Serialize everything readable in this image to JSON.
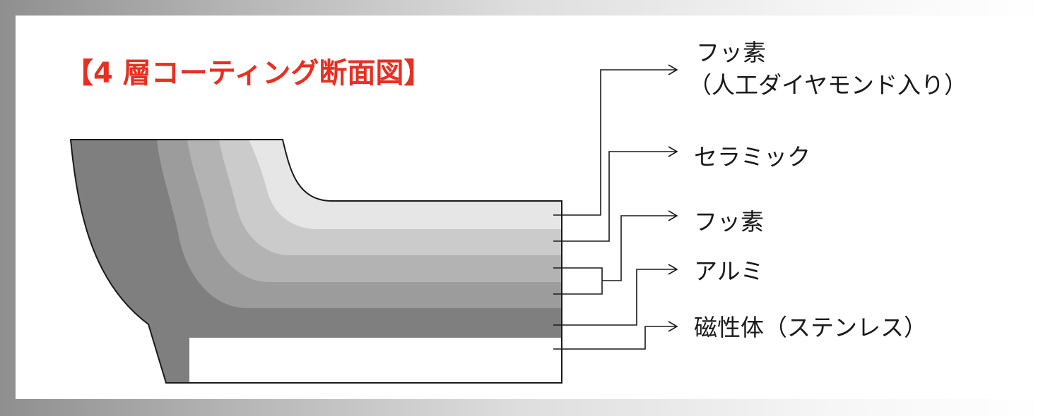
{
  "title": "【4 層コーティング断面図】",
  "layers": [
    {
      "label": "フッ素",
      "sublabel": "（人工ダイヤモンド入り）",
      "color": "#e6e6e6"
    },
    {
      "label": "セラミック",
      "sublabel": "",
      "color": "#cbcbcb"
    },
    {
      "label": "フッ素",
      "sublabel": "",
      "color": "#b3b3b3"
    },
    {
      "label": "アルミ",
      "sublabel": "",
      "color": "#9c9c9c"
    },
    {
      "label": "磁性体（ステンレス）",
      "sublabel": "",
      "color": "#7f7f7f"
    }
  ],
  "colors": {
    "title": "#e63023",
    "line": "#1a1a1a"
  }
}
